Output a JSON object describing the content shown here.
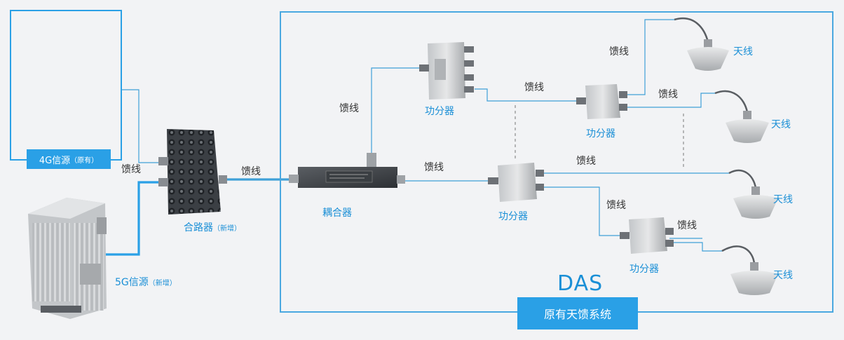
{
  "sources": {
    "lte": {
      "label": "4G信源",
      "note": "（原有）"
    },
    "nr": {
      "label": "5G信源",
      "note": "（新增）"
    }
  },
  "combiner": {
    "label": "合路器",
    "note": "（新增）"
  },
  "coupler": {
    "label": "耦合器"
  },
  "splitter_label": "功分器",
  "feeder_label": "馈线",
  "antenna_label": "天线",
  "das": {
    "title": "DAS",
    "button": "原有天馈系统"
  }
}
